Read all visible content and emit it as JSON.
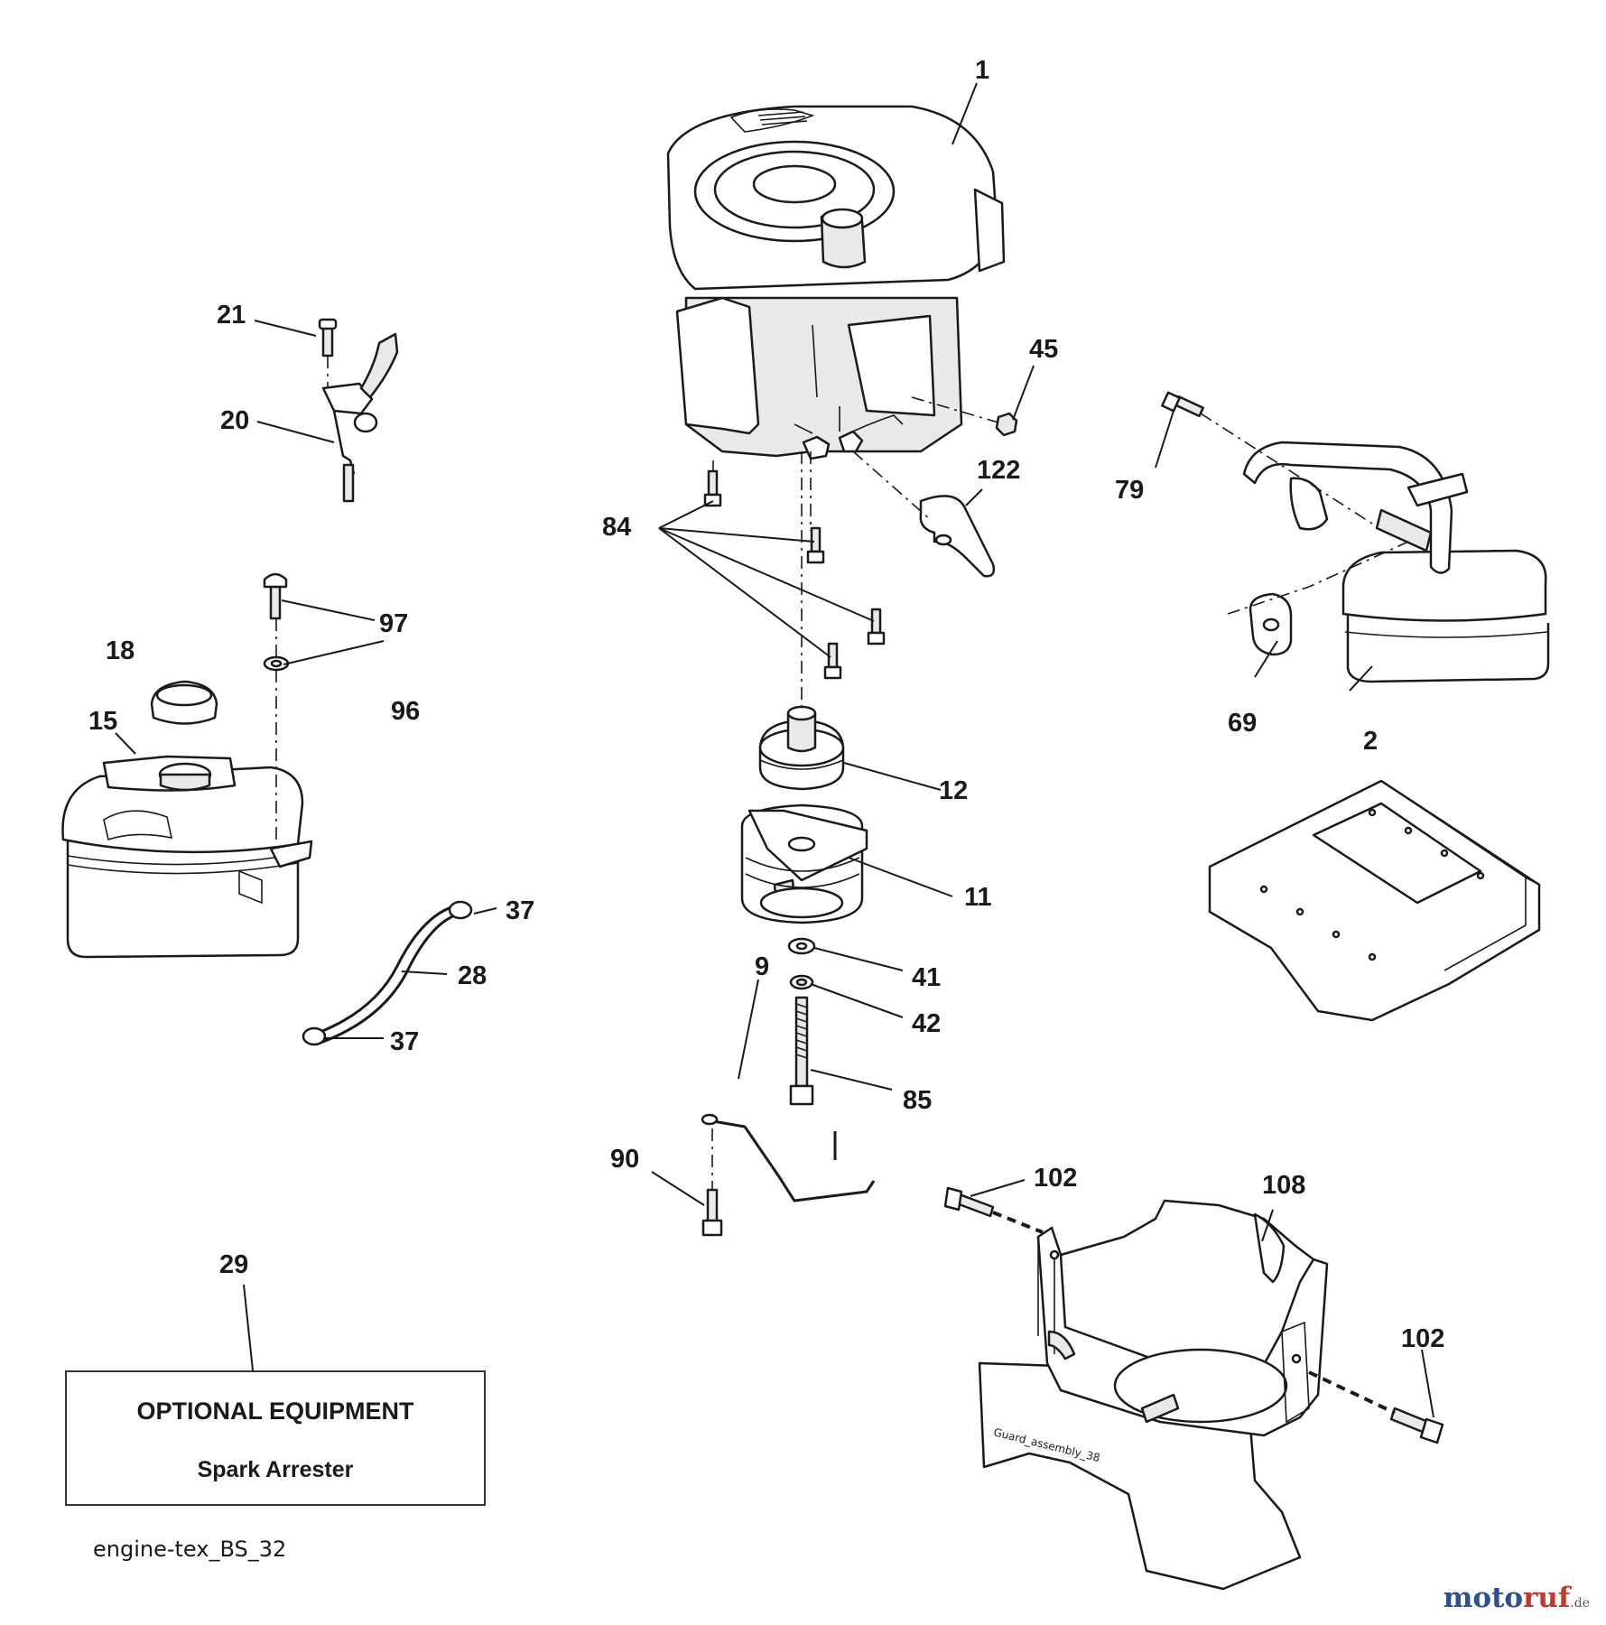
{
  "callouts": {
    "c1": "1",
    "c2": "2",
    "c9": "9",
    "c11": "11",
    "c12": "12",
    "c15": "15",
    "c18": "18",
    "c20": "20",
    "c21": "21",
    "c28": "28",
    "c29": "29",
    "c37a": "37",
    "c37b": "37",
    "c41": "41",
    "c42": "42",
    "c45": "45",
    "c69": "69",
    "c79": "79",
    "c84": "84",
    "c85": "85",
    "c90": "90",
    "c96": "96",
    "c97": "97",
    "c102a": "102",
    "c102b": "102",
    "c108": "108",
    "c122": "122"
  },
  "optional_box": {
    "title": "OPTIONAL EQUIPMENT",
    "item": "Spark Arrester"
  },
  "guard_text": "Guard_assembly_38",
  "reference": "engine-tex_BS_32",
  "watermark": {
    "brand": "moto",
    "accent": "ruf",
    "tld": ".de"
  }
}
